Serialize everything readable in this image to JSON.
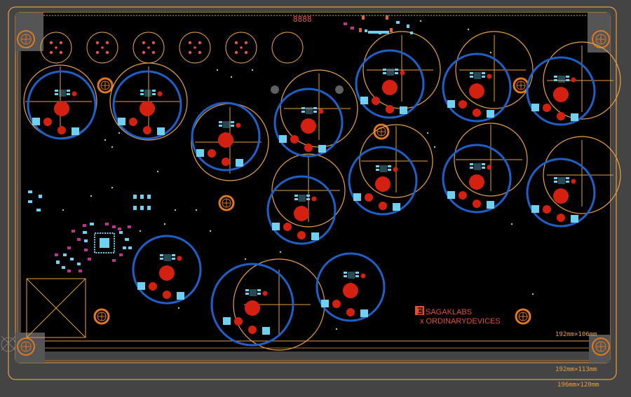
{
  "board": {
    "dimension_labels": [
      "192mm×106mm",
      "192mm×113mm",
      "196mm×120mm"
    ],
    "brand_lines": [
      "SAGAKLABS",
      "x ORDINARYDEVICES"
    ],
    "top_marking": "8888"
  },
  "colors": {
    "canvas": "#444444",
    "board": "#000000",
    "outline": "#e8a040",
    "keepout_ring": "#1f5fc8",
    "pad_red": "#d42010",
    "pad_cyan": "#70d0f0",
    "silk_magenta": "#c03090",
    "mounting": "#e07820"
  },
  "layers": {
    "switch_footprints": "blue keep-out rings with red pads",
    "button_outlines": "orange circles",
    "mounting_holes": "orange plated holes"
  }
}
